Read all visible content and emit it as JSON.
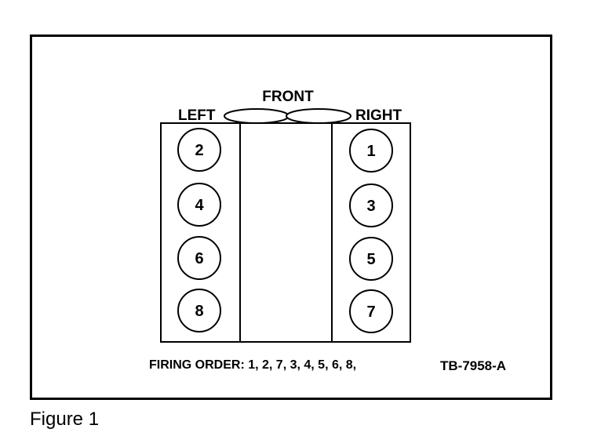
{
  "diagram": {
    "front_label": "FRONT",
    "left_label": "LEFT",
    "right_label": "RIGHT",
    "left_bank_cylinders": [
      "2",
      "4",
      "6",
      "8"
    ],
    "right_bank_cylinders": [
      "1",
      "3",
      "5",
      "7"
    ],
    "firing_order": "FIRING ORDER: 1, 2, 7, 3, 4, 5, 6, 8,",
    "figure_code": "TB-7958-A"
  },
  "caption": "Figure 1",
  "colors": {
    "ink": "#000000",
    "paper": "#ffffff"
  }
}
